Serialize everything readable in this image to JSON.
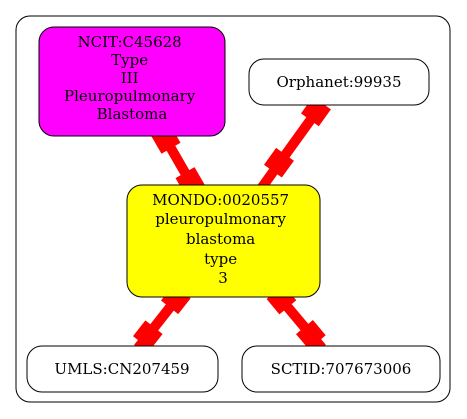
{
  "nodes": {
    "ncit": {
      "lines": [
        "NCIT:C45628",
        "Type",
        "III",
        "Pleuropulmonary",
        "Blastoma"
      ],
      "fill": "#ff00ff"
    },
    "orphanet": {
      "lines": [
        "Orphanet:99935"
      ],
      "fill": "#ffffff"
    },
    "mondo": {
      "lines": [
        "MONDO:0020557",
        "pleuropulmonary",
        "blastoma",
        "type",
        "3"
      ],
      "fill": "#ffff00"
    },
    "umls": {
      "lines": [
        "UMLS:CN207459"
      ],
      "fill": "#ffffff"
    },
    "sctid": {
      "lines": [
        "SCTID:707673006"
      ],
      "fill": "#ffffff"
    }
  },
  "edges": [
    {
      "from": "ncit",
      "to": "mondo"
    },
    {
      "from": "orphanet",
      "to": "mondo"
    },
    {
      "from": "mondo",
      "to": "umls"
    },
    {
      "from": "mondo",
      "to": "sctid"
    }
  ],
  "colors": {
    "edge": "#ff0000",
    "border": "#000000",
    "cluster_fill": "#ffffff"
  }
}
